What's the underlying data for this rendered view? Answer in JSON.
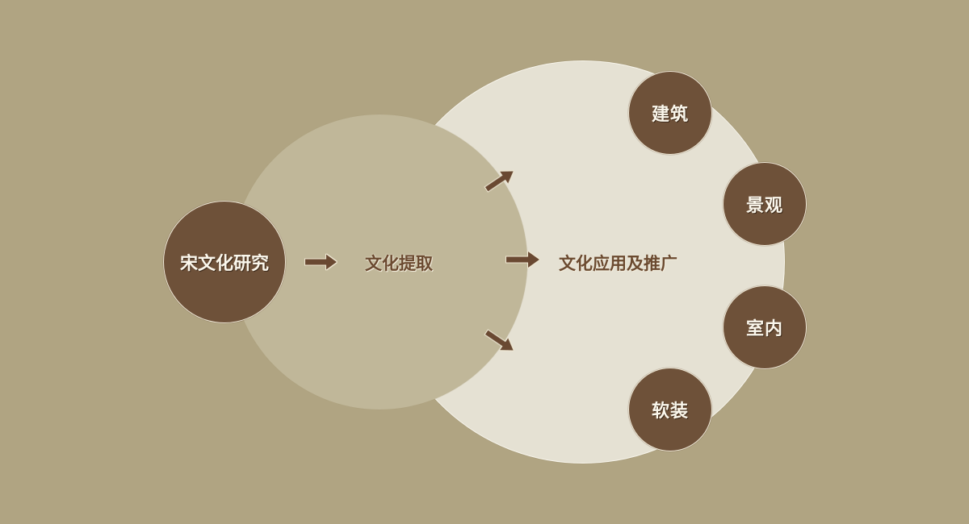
{
  "diagram": {
    "source": {
      "label": "宋文化研究"
    },
    "stage1": {
      "label": "文化提取"
    },
    "stage2": {
      "label": "文化应用及推广"
    },
    "applications": [
      {
        "label": "建筑"
      },
      {
        "label": "景观"
      },
      {
        "label": "室内"
      },
      {
        "label": "软装"
      }
    ],
    "arrows": [
      {
        "id": "arrow-source-to-extract",
        "direction": "right"
      },
      {
        "id": "arrow-extract-up-right",
        "direction": "up-right"
      },
      {
        "id": "arrow-extract-to-apply",
        "direction": "right"
      },
      {
        "id": "arrow-extract-down-right",
        "direction": "down-right"
      }
    ]
  },
  "colors": {
    "background": "#b0a482",
    "mid_circle": "#c0b799",
    "big_circle": "#e5e1d3",
    "dark_circle": "#6e5139",
    "dark_text": "#6b4a30",
    "light_text": "#fbf7ec",
    "arrow": "#6b4a30"
  }
}
